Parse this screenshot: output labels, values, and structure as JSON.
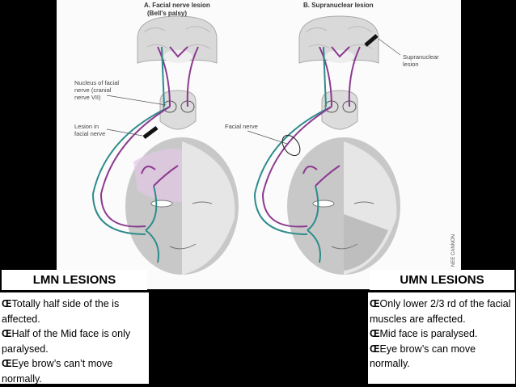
{
  "figure": {
    "title_a": "A. Facial nerve lesion",
    "subtitle_a": "(Bell's palsy)",
    "title_b": "B. Supranuclear lesion",
    "label_nucleus": [
      "Nucleus of facial",
      "nerve (cranial",
      "nerve VII)"
    ],
    "label_lesion_facial": [
      "Lesion in",
      "facial nerve"
    ],
    "label_facial_nerve": "Facial nerve",
    "label_supranuclear": [
      "Supranuclear",
      "lesion"
    ],
    "credit": "NEE CANNON",
    "colors": {
      "purple": "#8b3a8f",
      "teal": "#2e8b8b"
    }
  },
  "lmn": {
    "header": "LMN LESIONS",
    "bullet_glyph": "Œ",
    "items": [
      "Totally half side of the is affected.",
      "Half of the Mid face is only paralysed.",
      "Eye brow’s can’t move normally."
    ]
  },
  "umn": {
    "header": "UMN LESIONS",
    "bullet_glyph": "Œ",
    "items": [
      "Only lower 2/3 rd of the facial muscles are affected.",
      "Mid face is paralysed.",
      "Eye brow’s can move normally."
    ]
  }
}
